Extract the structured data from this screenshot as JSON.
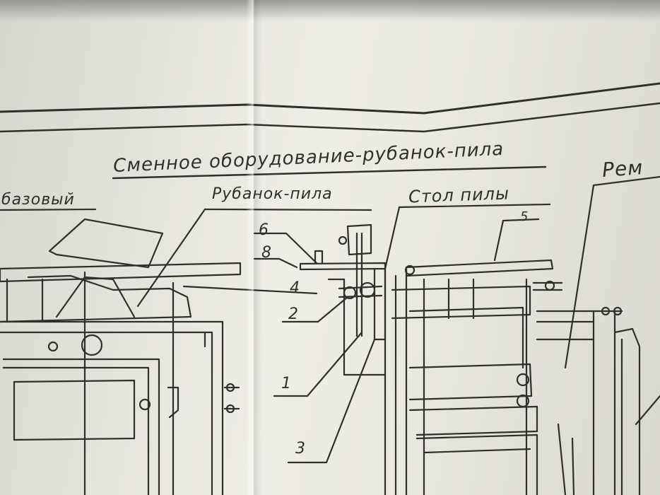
{
  "title": "Сменное оборудование-рубанок-пила",
  "labels": {
    "bazovy": "базовый",
    "rubanok_pila": "Рубанок-пила",
    "stol_pily": "Стол пилы",
    "rem": "Рем"
  },
  "callouts": {
    "n1": "1",
    "n2": "2",
    "n3": "3",
    "n4": "4",
    "n5": "5",
    "n6": "6",
    "n8": "8"
  },
  "colors": {
    "paper": "#ecebe3",
    "ink": "#2f2f2d"
  }
}
